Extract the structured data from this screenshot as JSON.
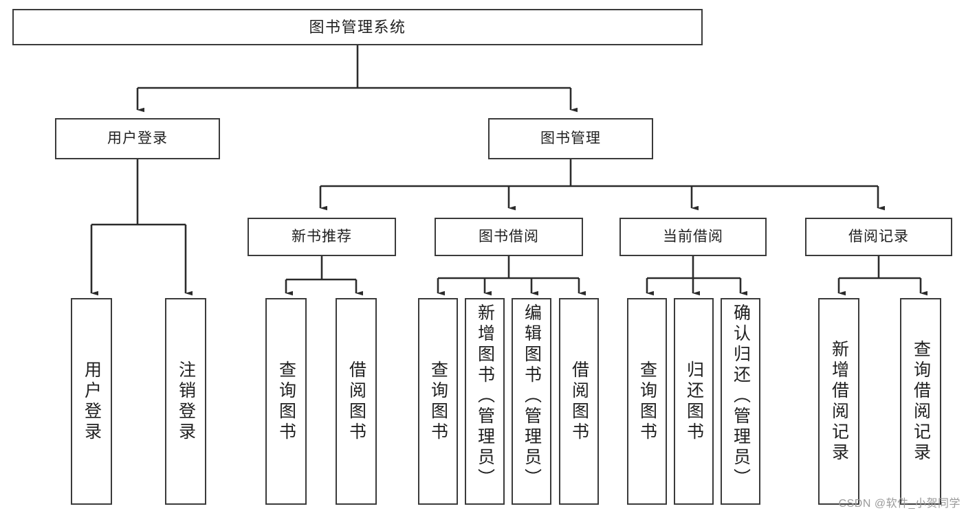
{
  "diagram": {
    "title": "图书管理系统",
    "watermark": "CSDN @软件_小贺同学",
    "colors": {
      "background": "#ffffff",
      "box_border": "#3a3a3a",
      "connector": "#2b2b2b",
      "text": "#1f1f1f",
      "watermark": "#9a9a9a"
    },
    "nodes": {
      "root": "图书管理系统",
      "user_login": "用户登录",
      "book_manage": "图书管理",
      "new_book_rec": "新书推荐",
      "book_borrow": "图书借阅",
      "current_borrow": "当前借阅",
      "borrow_record": "借阅记录",
      "leaf_user_login": "用户登录",
      "leaf_logout": "注销登录",
      "leaf_query_book_1": "查询图书",
      "leaf_borrow_book_1": "借阅图书",
      "leaf_query_book_2": "查询图书",
      "leaf_add_book_admin": "新增图书（管理员）",
      "leaf_edit_book_admin": "编辑图书（管理员）",
      "leaf_borrow_book_2": "借阅图书",
      "leaf_query_book_3": "查询图书",
      "leaf_return_book": "归还图书",
      "leaf_confirm_return_admin": "确认归还（管理员）",
      "leaf_add_record": "新增借阅记录",
      "leaf_query_record": "查询借阅记录"
    }
  }
}
